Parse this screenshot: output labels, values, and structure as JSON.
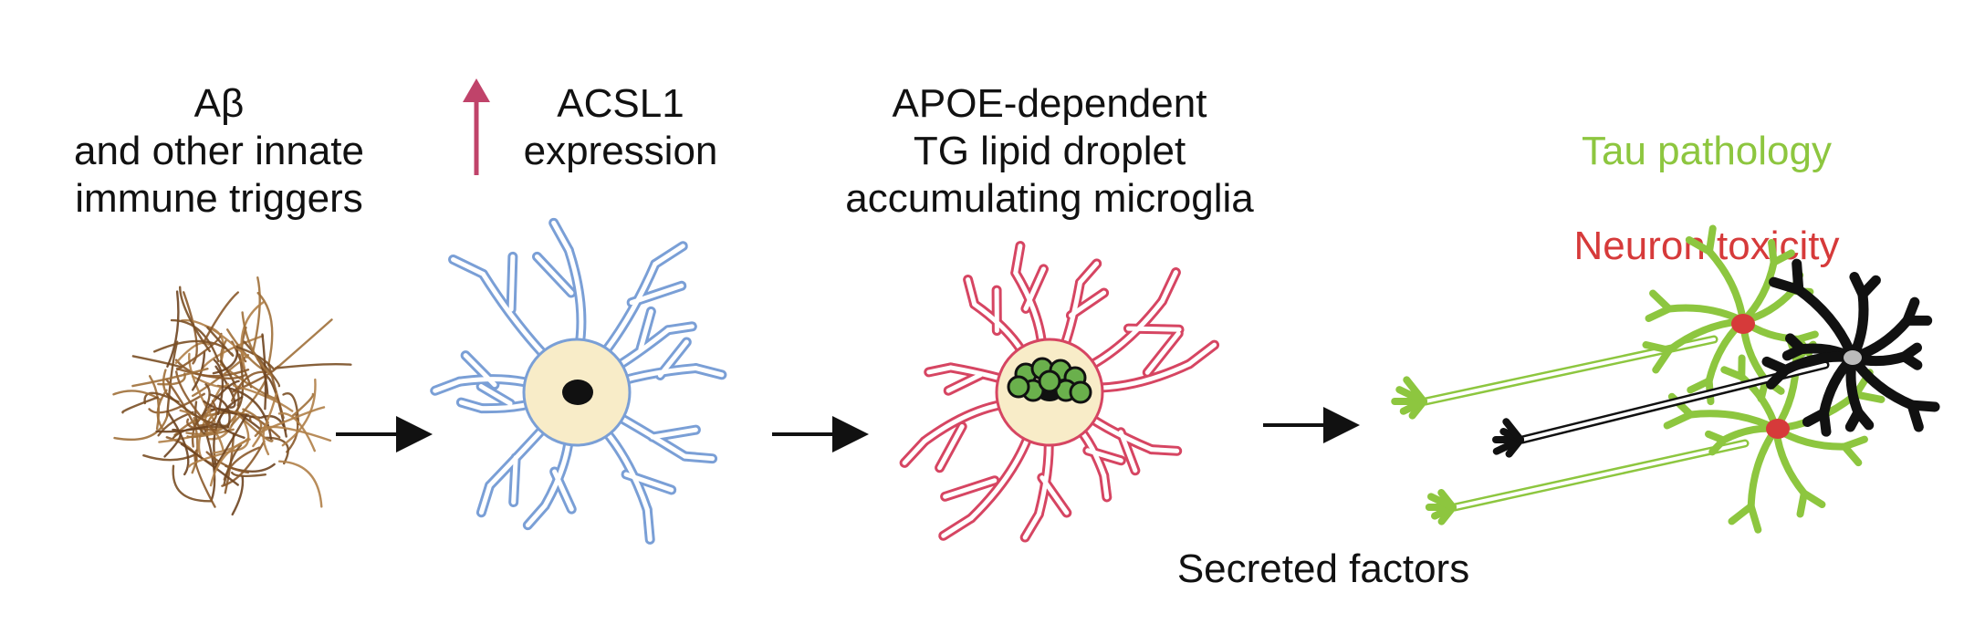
{
  "labels": {
    "abeta": "Aβ\nand other innate\nimmune triggers",
    "acsl1": "ACSL1\nexpression",
    "apoe": "APOE-dependent\nTG lipid droplet\naccumulating microglia",
    "tau_pathology": "Tau pathology",
    "neuron_toxicity": "Neuron toxicity",
    "secreted_factors": "Secreted factors"
  },
  "colors": {
    "text": "#111111",
    "up_arrow": "#c0436a",
    "tau": "#8dc63f",
    "neuron_toxicity": "#d63a3a",
    "amyloid": "#8b5a2b",
    "microglia_blue": "#7a9fd6",
    "microglia_red": "#d64562",
    "cell_body": "#f8ecc8",
    "lipid_droplet": "#6ab04c",
    "flow_arrow": "#111111"
  },
  "icons": [
    "amyloid-plaque-icon",
    "microglia-blue-icon",
    "microglia-lipid-droplet-icon",
    "neuron-cluster-icon",
    "up-arrow-icon",
    "flow-arrow-icon"
  ]
}
